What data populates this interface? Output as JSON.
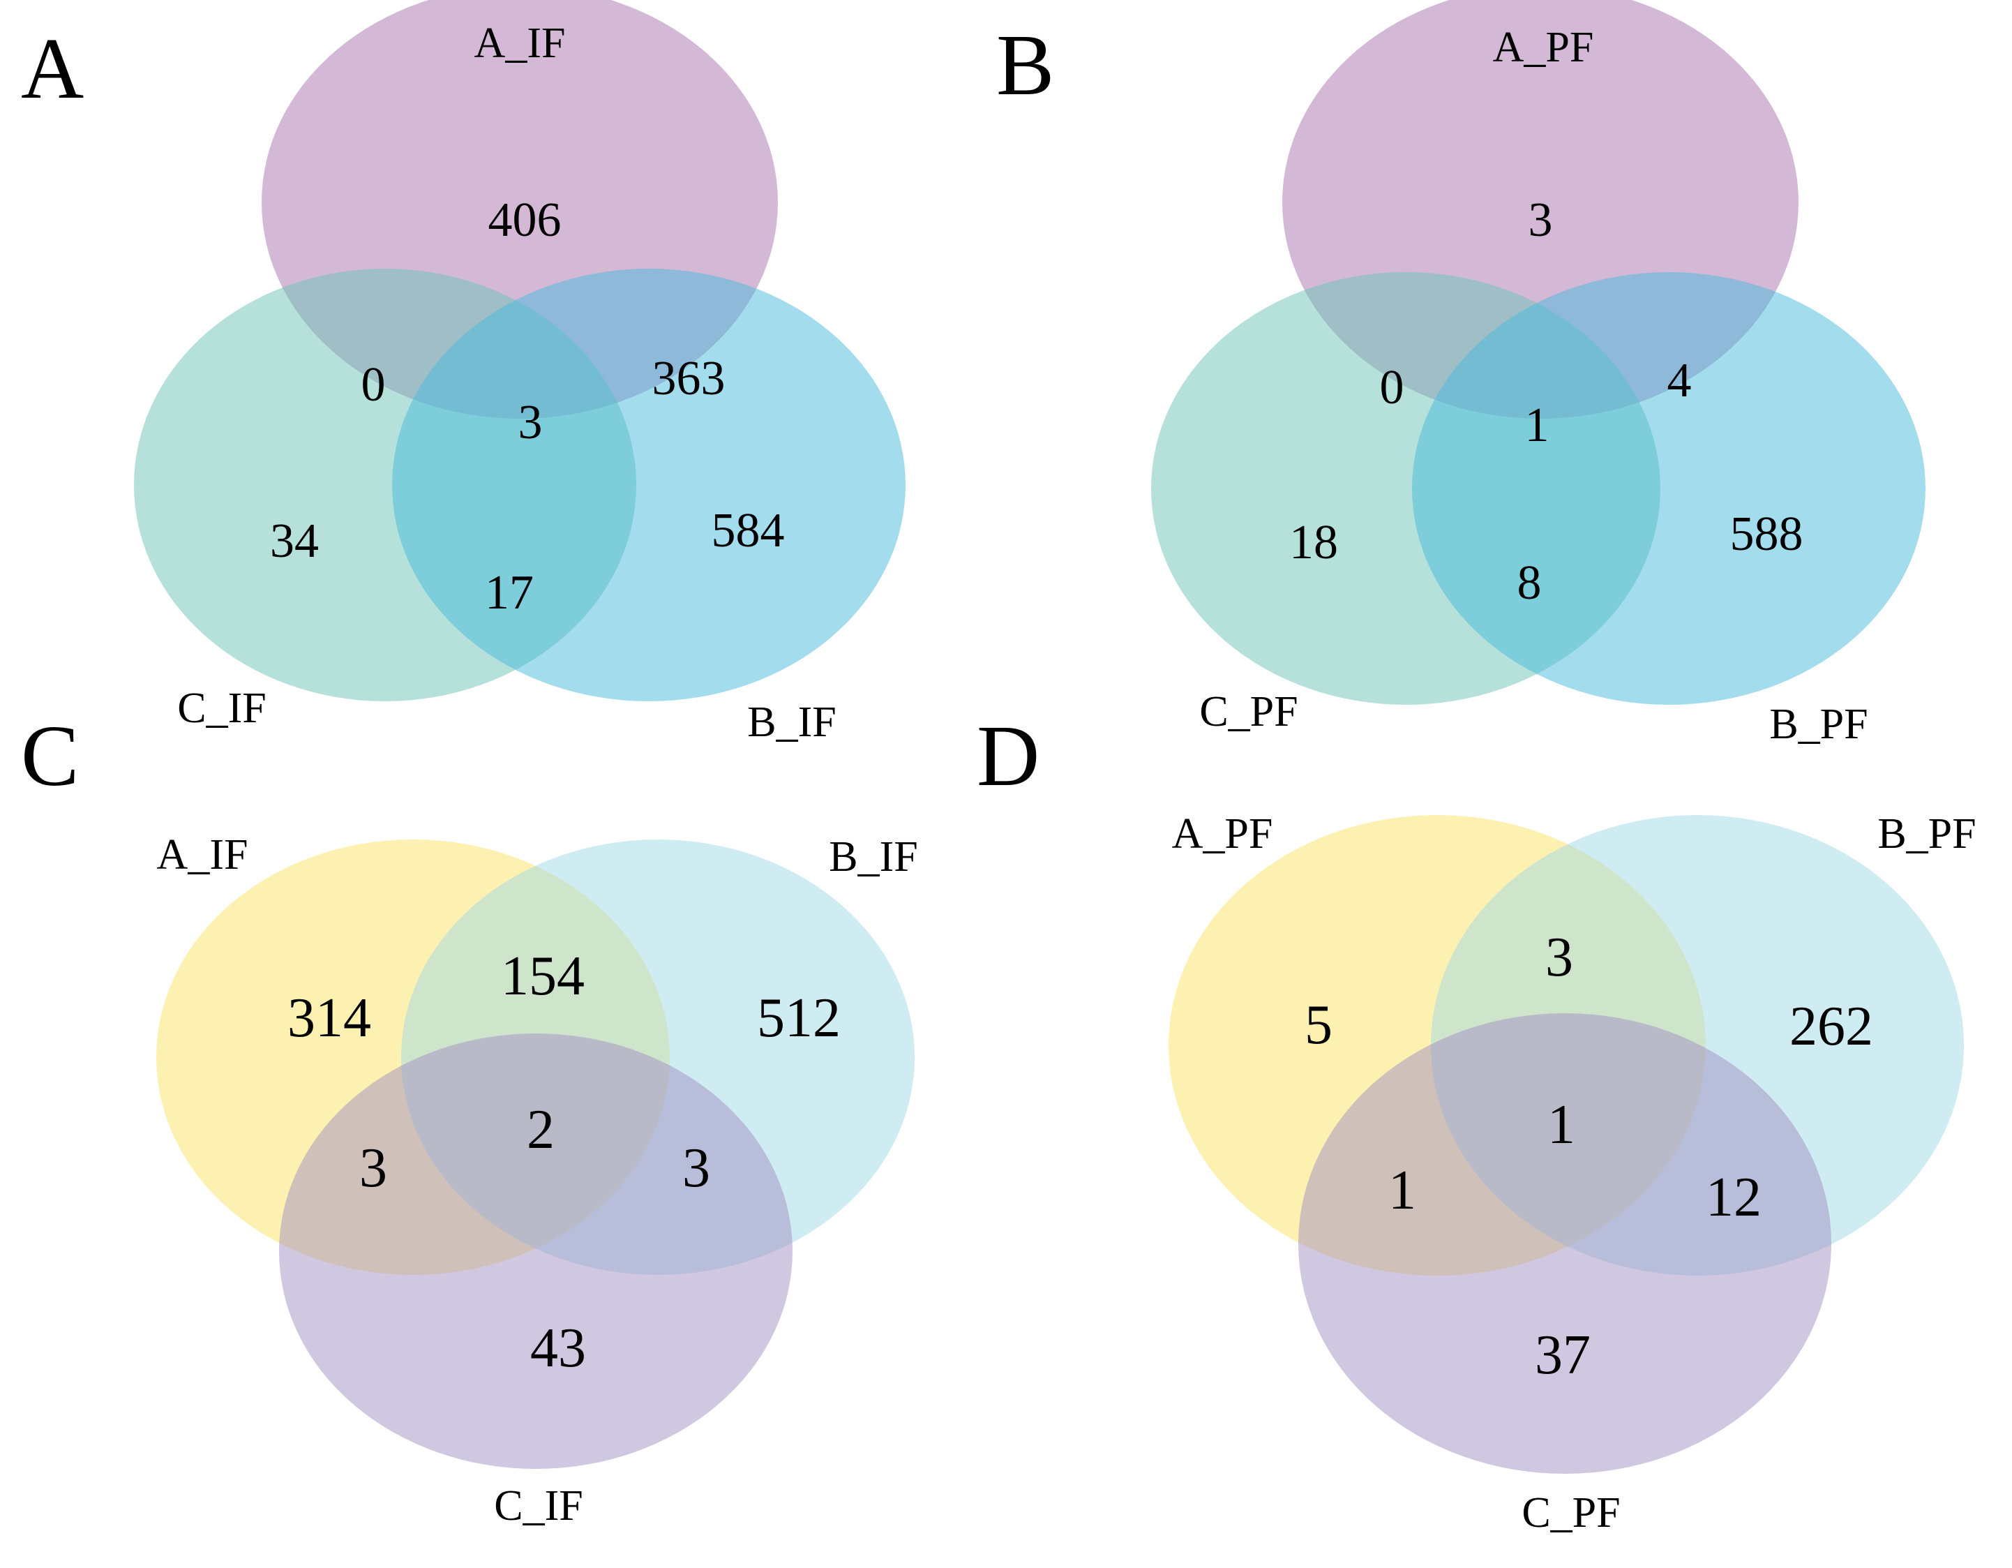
{
  "figure": {
    "panels": [
      {
        "letter": "A",
        "sets": [
          {
            "label": "A_IF",
            "color": "#a974b0"
          },
          {
            "label": "C_IF",
            "color": "#6cc3b5"
          },
          {
            "label": "B_IF",
            "color": "#47b9dc"
          }
        ],
        "counts": {
          "only_A": "406",
          "A_C": "0",
          "A_B_C": "3",
          "A_B": "363",
          "only_C": "34",
          "B_C": "17",
          "only_B": "584"
        }
      },
      {
        "letter": "B",
        "sets": [
          {
            "label": "A_PF",
            "color": "#a974b0"
          },
          {
            "label": "C_PF",
            "color": "#6cc3b5"
          },
          {
            "label": "B_PF",
            "color": "#47b9dc"
          }
        ],
        "counts": {
          "only_A": "3",
          "A_C": "0",
          "A_B_C": "1",
          "A_B": "4",
          "only_C": "18",
          "B_C": "8",
          "only_B": "588"
        }
      },
      {
        "letter": "C",
        "sets": [
          {
            "label": "A_IF",
            "color": "#fbe466"
          },
          {
            "label": "B_IF",
            "color": "#9fdae6"
          },
          {
            "label": "C_IF",
            "color": "#a28fc1"
          }
        ],
        "counts": {
          "only_A": "314",
          "A_B": "154",
          "only_B": "512",
          "A_C": "3",
          "A_B_C": "2",
          "B_C": "3",
          "only_C": "43"
        }
      },
      {
        "letter": "D",
        "sets": [
          {
            "label": "A_PF",
            "color": "#fbe466"
          },
          {
            "label": "B_PF",
            "color": "#9fdae6"
          },
          {
            "label": "C_PF",
            "color": "#a28fc1"
          }
        ],
        "counts": {
          "only_A": "5",
          "A_B": "3",
          "only_B": "262",
          "A_B_C": "1",
          "A_C": "1",
          "B_C": "12",
          "only_C": "37"
        }
      }
    ]
  }
}
